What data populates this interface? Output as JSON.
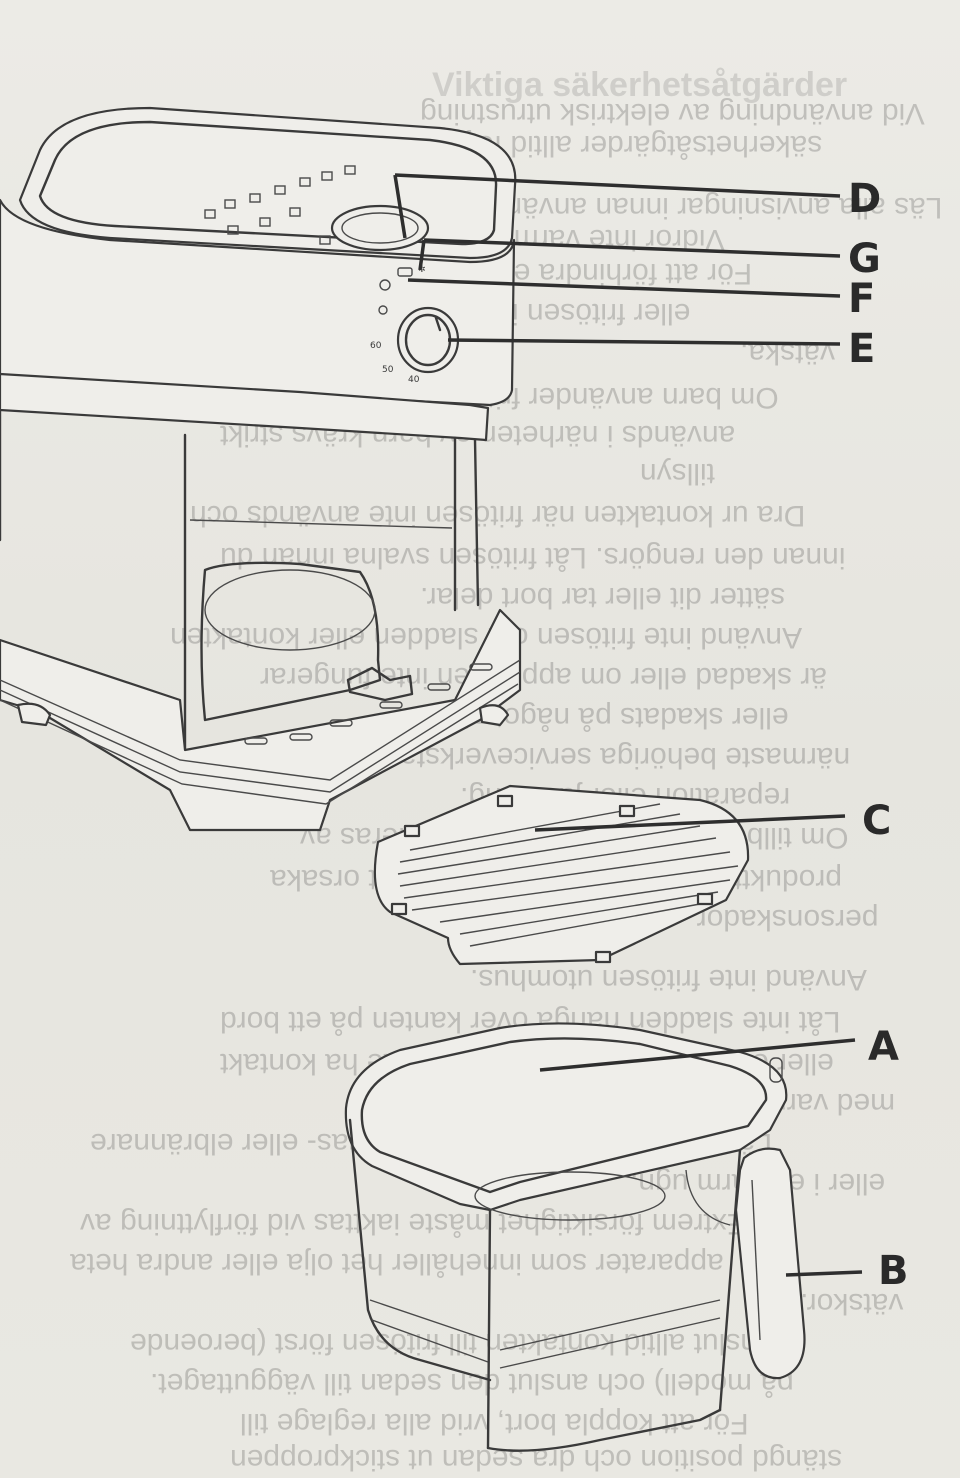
{
  "callouts": {
    "D": "D",
    "G": "G",
    "F": "F",
    "E": "E",
    "C": "C",
    "A": "A",
    "B": "B"
  },
  "panel": {
    "temp_marks": [
      "40",
      "50",
      "60"
    ]
  },
  "bleed_through": [
    {
      "text": "Viktiga säkerhetsåtgärder",
      "style": "bold"
    },
    {
      "text": "Vid användning av elektrisk utrustning",
      "style": "mirror"
    },
    {
      "text": "säkerhetsåtgärder alltid följas",
      "style": "mirror"
    },
    {
      "text": "Läs alla anvisningar innan användning",
      "style": "mirror"
    },
    {
      "text": "Vidrör inte varma ytor.",
      "style": "mirror"
    },
    {
      "text": "För att förhindra elstötar",
      "style": "mirror"
    },
    {
      "text": "eller fritösen inte ned i vatten eller annan",
      "style": "mirror"
    },
    {
      "text": "vätska.",
      "style": "mirror"
    },
    {
      "text": "Om barn använder fritösen eller om fritösen",
      "style": "mirror"
    },
    {
      "text": "används i närheten av barn krävs strikt",
      "style": "mirror"
    },
    {
      "text": "tillsyn",
      "style": "mirror"
    },
    {
      "text": "Dra ur kontakten när fritösen inte används och",
      "style": "mirror"
    },
    {
      "text": "innan den rengörs. Låt fritösen svalna innan du",
      "style": "mirror"
    },
    {
      "text": "sätter dit eller tar bort delar.",
      "style": "mirror"
    },
    {
      "text": "Använd inte fritösen om sladden eller kontakten",
      "style": "mirror"
    },
    {
      "text": "är skadad eller om apparaten inte fungerar",
      "style": "mirror"
    },
    {
      "text": "eller skadats på något sätt.",
      "style": "mirror"
    },
    {
      "text": "närmaste behöriga serviceverkstad för",
      "style": "mirror"
    },
    {
      "text": "reparation eller justering.",
      "style": "mirror"
    },
    {
      "text": "Om tillbehör som inte rekommenderas av",
      "style": "mirror"
    },
    {
      "text": "produkttillverkaren används kan det orsaka",
      "style": "mirror"
    },
    {
      "text": "personskador.",
      "style": "mirror"
    },
    {
      "text": "Använd inte fritösen utomhus.",
      "style": "mirror"
    },
    {
      "text": "Låt inte sladden hänga över kanten på ett bord",
      "style": "mirror"
    },
    {
      "text": "eller en arbetsbänk och låt den inte ha kontakt",
      "style": "mirror"
    },
    {
      "text": "med varma ytor.",
      "style": "mirror"
    },
    {
      "text": "Lägg den inte på eller nära en gas- eller elbrännare",
      "style": "mirror"
    },
    {
      "text": "eller i en varm ugn.",
      "style": "mirror"
    },
    {
      "text": "Extrem försiktighet måste iakttas vid förflyttning av",
      "style": "mirror"
    },
    {
      "text": "apparater som innehåller het olja eller andra heta",
      "style": "mirror"
    },
    {
      "text": "vätskor.",
      "style": "mirror"
    },
    {
      "text": "Anslut alltid kontakten till fritösen först (beroende",
      "style": "mirror"
    },
    {
      "text": "på modell) och anslut den sedan till vägguttaget.",
      "style": "mirror"
    },
    {
      "text": "För att koppla bort, vrid alla reglage till",
      "style": "mirror"
    },
    {
      "text": "stängd position och dra sedan ut stickproppen",
      "style": "mirror"
    }
  ]
}
